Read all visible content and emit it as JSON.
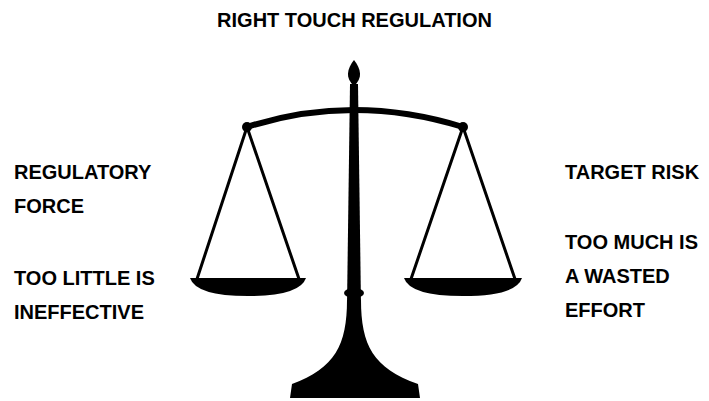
{
  "diagram": {
    "title": "RIGHT TOUCH REGULATION",
    "labels": [
      "REGULATORY FORCE",
      "TOO LITTLE IS INEFFECTIVE",
      "TARGET RISK",
      "TOO MUCH IS A WASTED EFFORT"
    ]
  }
}
